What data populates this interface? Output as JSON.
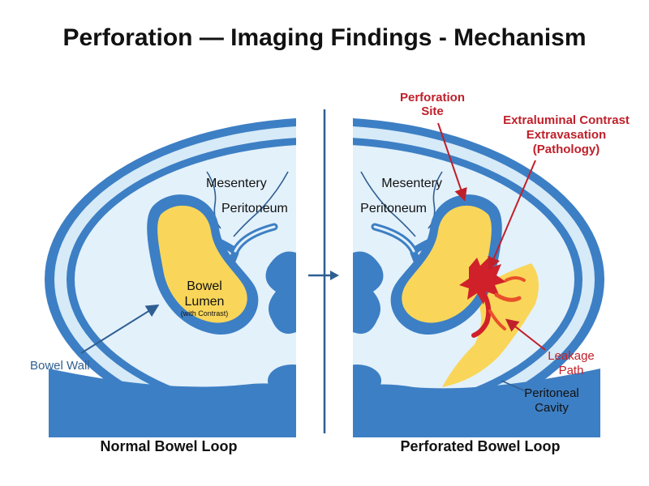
{
  "title": "Perforation — Imaging Findings - Mechanism",
  "left_panel": {
    "title": "Normal Bowel Loop",
    "labels": {
      "mesentery": "Mesentery",
      "peritoneum": "Peritoneum",
      "bowel_lumen_1": "Bowel",
      "bowel_lumen_2": "Lumen",
      "with_contrast": "(with Contrast)",
      "bowel_wall": "Bowel Wall"
    }
  },
  "right_panel": {
    "title": "Perforated Bowel Loop",
    "labels": {
      "mesentery": "Mesentery",
      "peritoneum": "Peritoneum",
      "perforation_site_1": "Perforation",
      "perforation_site_2": "Site",
      "extravasation_1": "Extraluminal Contrast",
      "extravasation_2": "Extravasation",
      "extravasation_3": "(Pathology)",
      "leakage_1": "Leakage",
      "leakage_2": "Path",
      "peritoneal_1": "Peritoneal",
      "peritoneal_2": "Cavity"
    }
  },
  "colors": {
    "wall_blue": "#3d7fc4",
    "tissue_light": "#d6eaf8",
    "contrast_yellow": "#f9d65a",
    "leak_red": "#d0202a",
    "label_blue": "#2f5f92",
    "label_red": "#c0202a"
  }
}
